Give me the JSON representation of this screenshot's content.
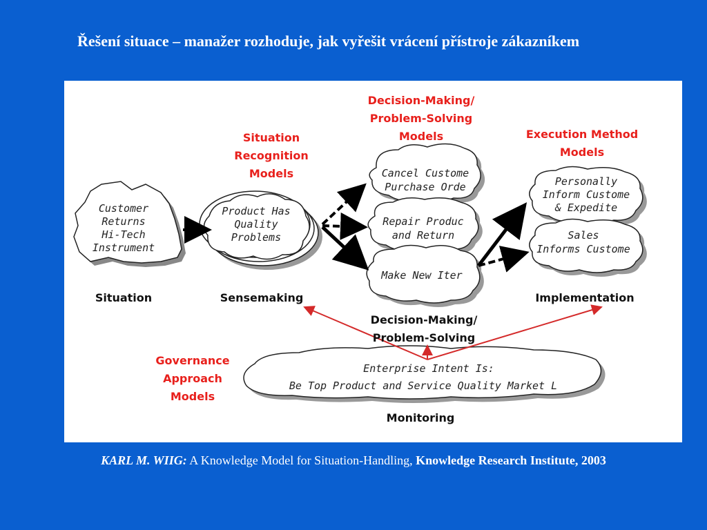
{
  "slide": {
    "title": "Řešení situace – manažer rozhoduje, jak vyřešit vrácení přístroje zákazníkem"
  },
  "diagram": {
    "category_titles": {
      "situation_recognition": [
        "Situation",
        "Recognition",
        "Models"
      ],
      "decision_making": [
        "Decision-Making/",
        "Problem-Solving",
        "Models"
      ],
      "execution_method": [
        "Execution Method",
        "Models"
      ],
      "governance": [
        "Governance",
        "Approach",
        "Models"
      ]
    },
    "stage_labels": {
      "situation": "Situation",
      "sensemaking": "Sensemaking",
      "decision": [
        "Decision-Making/",
        "Problem-Solving"
      ],
      "implementation": "Implementation",
      "monitoring": "Monitoring"
    },
    "shapes": {
      "situation": [
        "Customer",
        "Returns",
        "Hi-Tech",
        "Instrument"
      ],
      "sensemaking": [
        "Product Has",
        "Quality",
        "Problems"
      ],
      "option_cancel": [
        "Cancel Custome",
        "Purchase Orde"
      ],
      "option_repair": [
        "Repair Produc",
        "and Return"
      ],
      "option_new": [
        "Make New Iter"
      ],
      "exec_personal": [
        "Personally",
        "Inform Custome",
        "& Expedite"
      ],
      "exec_sales": [
        "Sales",
        "Informs Custome"
      ],
      "monitoring": [
        "Enterprise Intent Is:",
        "Be Top Product and Service Quality Market L"
      ]
    },
    "colors": {
      "background": "#0a5fd0",
      "panel": "#ffffff",
      "category_title": "#e8201c",
      "stage_label": "#111111",
      "feedback_arrow": "#d42a2a"
    }
  },
  "citation": {
    "author": "KARL M. WIIG:",
    "work": " A Knowledge Model for Situation-Handling, ",
    "institution": "Knowledge Research Institute, 2003"
  }
}
